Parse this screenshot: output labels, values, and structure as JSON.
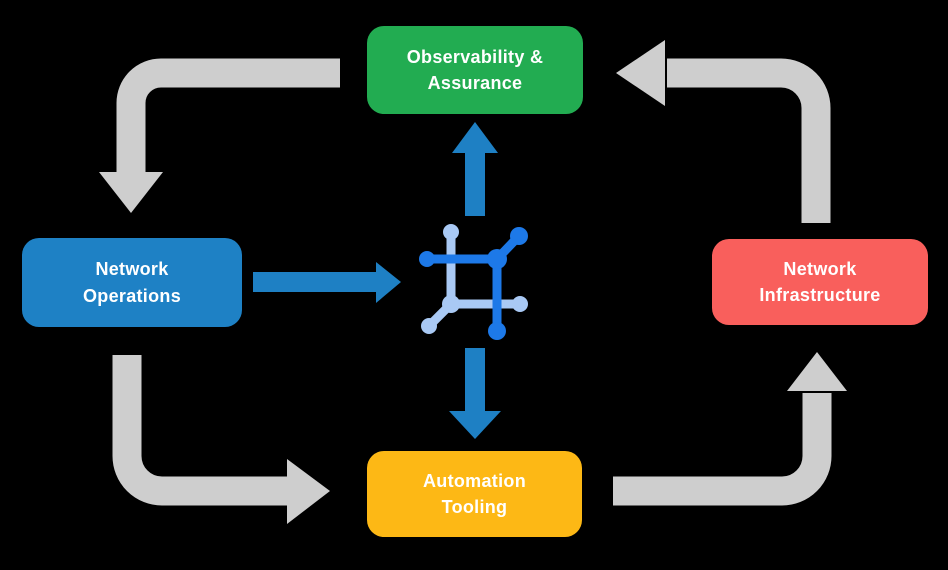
{
  "colors": {
    "background": "#000000",
    "text": "#ffffff",
    "cycle_arrow": "#cecece",
    "core_arrow": "#1e80c4",
    "icon_dark_blue": "#1d79e8",
    "icon_light_blue": "#a9c9f4",
    "node_observability": "#22ac51",
    "node_operations": "#1e81c5",
    "node_infrastructure": "#f95f5c",
    "node_automation": "#fdb815"
  },
  "nodes": [
    {
      "id": "observability-assurance",
      "label": "Observability &\nAssurance",
      "color": "#22ac51"
    },
    {
      "id": "network-operations",
      "label": "Network\nOperations",
      "color": "#1e81c5"
    },
    {
      "id": "network-infrastructure",
      "label": "Network\nInfrastructure",
      "color": "#f95f5c"
    },
    {
      "id": "automation-tooling",
      "label": "Automation\nTooling",
      "color": "#fdb815"
    }
  ],
  "center_icon": {
    "name": "network-mesh-icon"
  },
  "arrows": {
    "cycle": [
      {
        "from": "observability-assurance",
        "to": "network-operations"
      },
      {
        "from": "network-operations",
        "to": "automation-tooling"
      },
      {
        "from": "automation-tooling",
        "to": "network-infrastructure"
      },
      {
        "from": "network-infrastructure",
        "to": "observability-assurance"
      }
    ],
    "core": [
      {
        "from": "network-operations",
        "to": "center-icon"
      },
      {
        "from": "center-icon",
        "to": "observability-assurance"
      },
      {
        "from": "center-icon",
        "to": "automation-tooling"
      }
    ]
  }
}
